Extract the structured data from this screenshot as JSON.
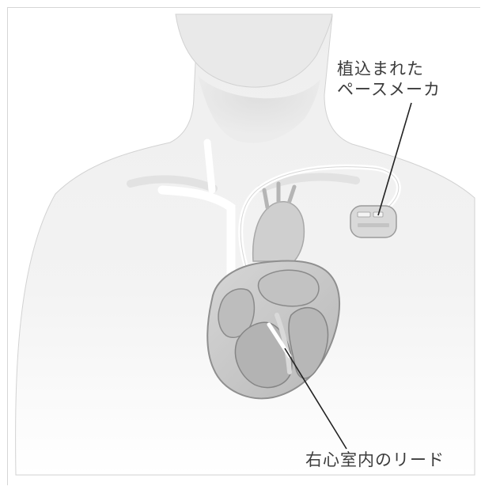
{
  "labels": {
    "pacemaker_line1": "植込まれた",
    "pacemaker_line2": "ペースメーカ",
    "lead": "右心室内のリード"
  },
  "colors": {
    "skin_light": "#f2f2f2",
    "skin_mid": "#e2e2e2",
    "outline": "#b9b9b9",
    "heart_fill": "#c9c9c9",
    "heart_dark": "#a9a9a9",
    "lead_wire": "#ffffff",
    "leader_line": "#222222",
    "text": "#3c3c3c"
  },
  "icons": [
    "human-torso-illustration",
    "heart-illustration",
    "pacemaker-device-icon"
  ]
}
